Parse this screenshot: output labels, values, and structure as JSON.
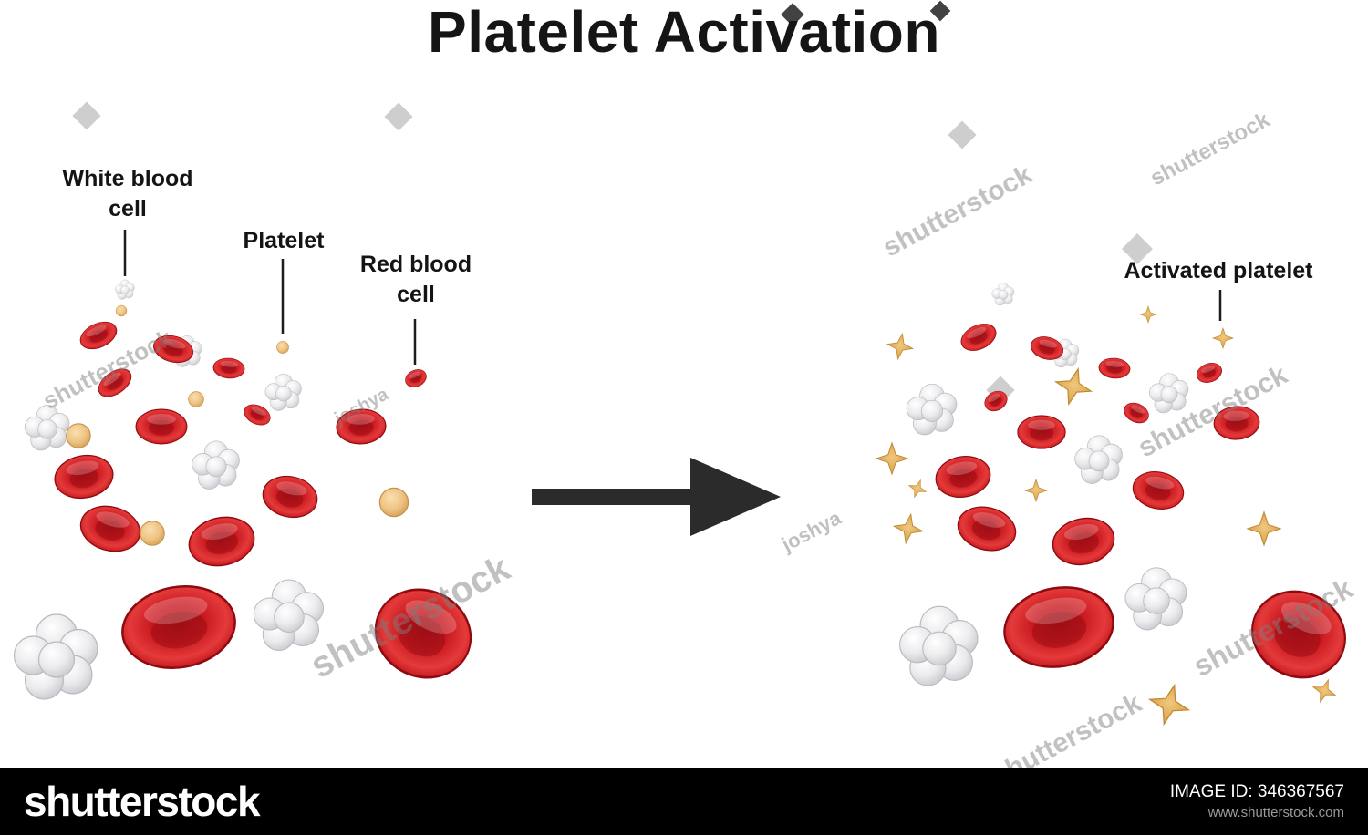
{
  "title": "Platelet Activation",
  "labels": {
    "white_blood_cell": "White blood cell",
    "platelet": "Platelet",
    "red_blood_cell": "Red blood cell",
    "activated_platelet": "Activated platelet"
  },
  "watermark": {
    "brand": "shutterstock",
    "credit": "joshya"
  },
  "footer": {
    "brand": "shutterstock",
    "image_id_label": "IMAGE ID:",
    "image_id": "346367567",
    "website": "www.shutterstock.com"
  },
  "colors": {
    "red_blood_cell": "#d8232a",
    "white_blood_cell": "#e8e8eb",
    "platelet": "#eec383",
    "activated_platelet": "#e2ab55",
    "arrow": "#2b2b2b",
    "title_text": "#151515",
    "footer_background": "#000000"
  }
}
